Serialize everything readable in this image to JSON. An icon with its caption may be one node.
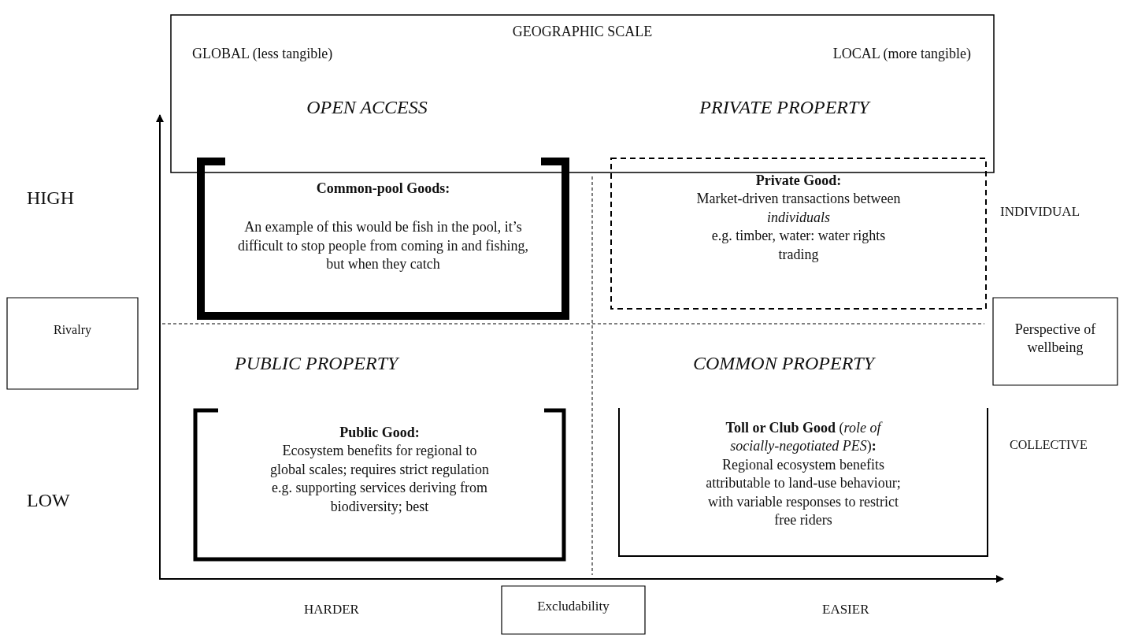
{
  "diagram": {
    "nodes": [
      {
        "text": [
          "GEOGRAPHIC SCALE",
          "GLOBAL (less tangible)",
          "LOCAL (more tangible)",
          "OPEN ACCESS",
          "PRIVATE PROPERTY"
        ]
      },
      {
        "text": [
          "Common-pool Goods:",
          "An example of this would be fish in the pool, it’s difficult to stop people from coming in and fishing, but when they catch"
        ]
      },
      {
        "text": [
          "Private Good:",
          "Market-driven transactions between *individuals*",
          "e.g. timber, water: water rights trading"
        ]
      },
      {
        "text": [
          "Public Good:",
          "Ecosystem benefits for regional to global scales; requires strict regulation",
          "e.g. supporting services deriving from biodiversity; best"
        ]
      },
      {
        "text": [
          "**Toll or Club Good** (*role of socially-negotiated PES*)**:**",
          "Regional ecosystem benefits attributable to land-use behaviour; with variable responses to restrict free riders"
        ]
      },
      {
        "text": [
          "Rivalry"
        ]
      },
      {
        "text": [
          "Perspective of wellbeing"
        ]
      },
      {
        "text": [
          "Excludability"
        ]
      }
    ],
    "labels": [
      "HIGH",
      "INDIVIDUAL",
      "PUBLIC PROPERTY",
      "COMMON PROPERTY",
      "COLLECTIVE",
      "LOW",
      "HARDER",
      "EASIER"
    ]
  }
}
